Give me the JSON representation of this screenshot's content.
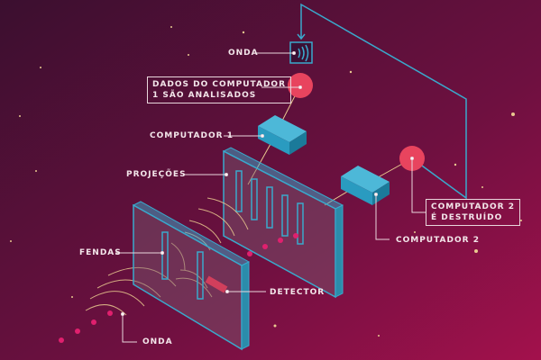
{
  "labels": {
    "onda_top": "ONDA",
    "dados_line1": "DADOS DO COMPUTADOR",
    "dados_line2": "1 SÃO ANALISADOS",
    "computador1": "COMPUTADOR 1",
    "projecoes": "PROJEÇÕES",
    "destruido_line1": "COMPUTADOR 2",
    "destruido_line2": "É DESTRUÍDO",
    "computador2": "COMPUTADOR 2",
    "fendas": "FENDAS",
    "detector": "DETECTOR",
    "onda_bottom": "ONDA"
  },
  "colors": {
    "cyan": "#3aa9cc",
    "red": "#e8445e",
    "dot": "#e0206e",
    "bg_dark": "#3b0f2f",
    "bg_light": "#a3114c"
  }
}
